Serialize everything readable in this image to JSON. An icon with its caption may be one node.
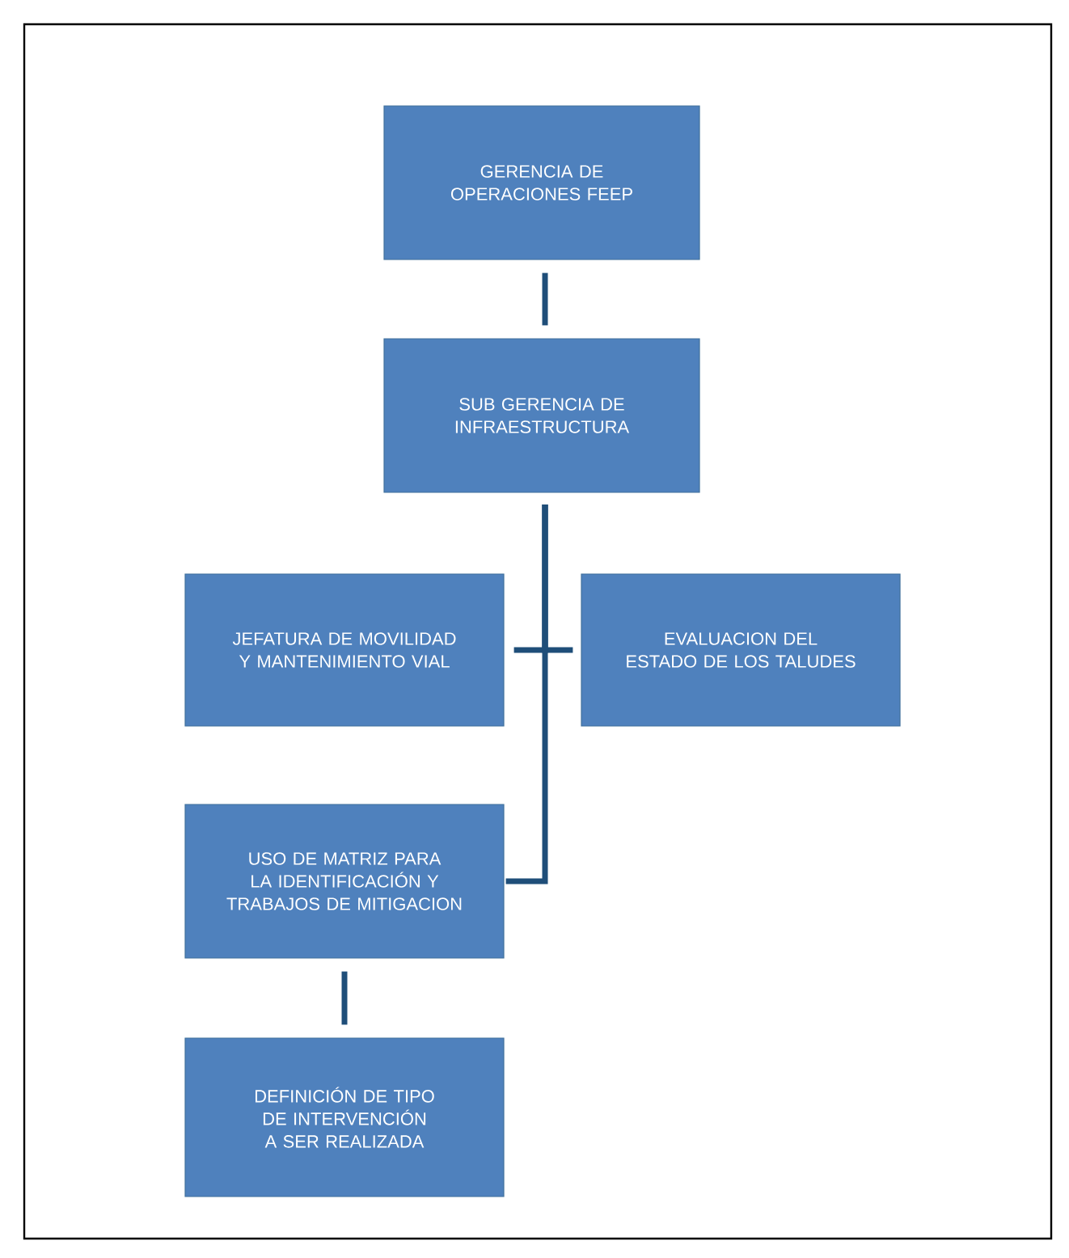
{
  "diagram": {
    "nodes": [
      {
        "text": [
          "GERENCIA DE OPERACIONES FEEP"
        ]
      },
      {
        "text": [
          "SUB GERENCIA DE INFRAESTRUCTURA"
        ]
      },
      {
        "text": [
          "JEFATURA DE MOVILIDAD Y MANTENIMIENTO VIAL"
        ]
      },
      {
        "text": [
          "EVALUACION DEL ESTADO DE LOS TALUDES"
        ]
      },
      {
        "text": [
          "USO DE MATRIZ PARA LA IDENTIFICACIÓN Y TRABAJOS DE MITIGACION"
        ]
      },
      {
        "text": [
          "DEFINICIÓN DE TIPO DE INTERVENCIÓN A SER REALIZADA"
        ]
      }
    ],
    "edges": [
      {
        "from": 0,
        "to": 1,
        "arrow": "none"
      },
      {
        "from": 1,
        "to": 2,
        "arrow": "none"
      },
      {
        "from": 1,
        "to": 3,
        "arrow": "none"
      },
      {
        "from": 1,
        "to": 4,
        "arrow": "none"
      },
      {
        "from": 4,
        "to": 5,
        "arrow": "none"
      }
    ]
  }
}
